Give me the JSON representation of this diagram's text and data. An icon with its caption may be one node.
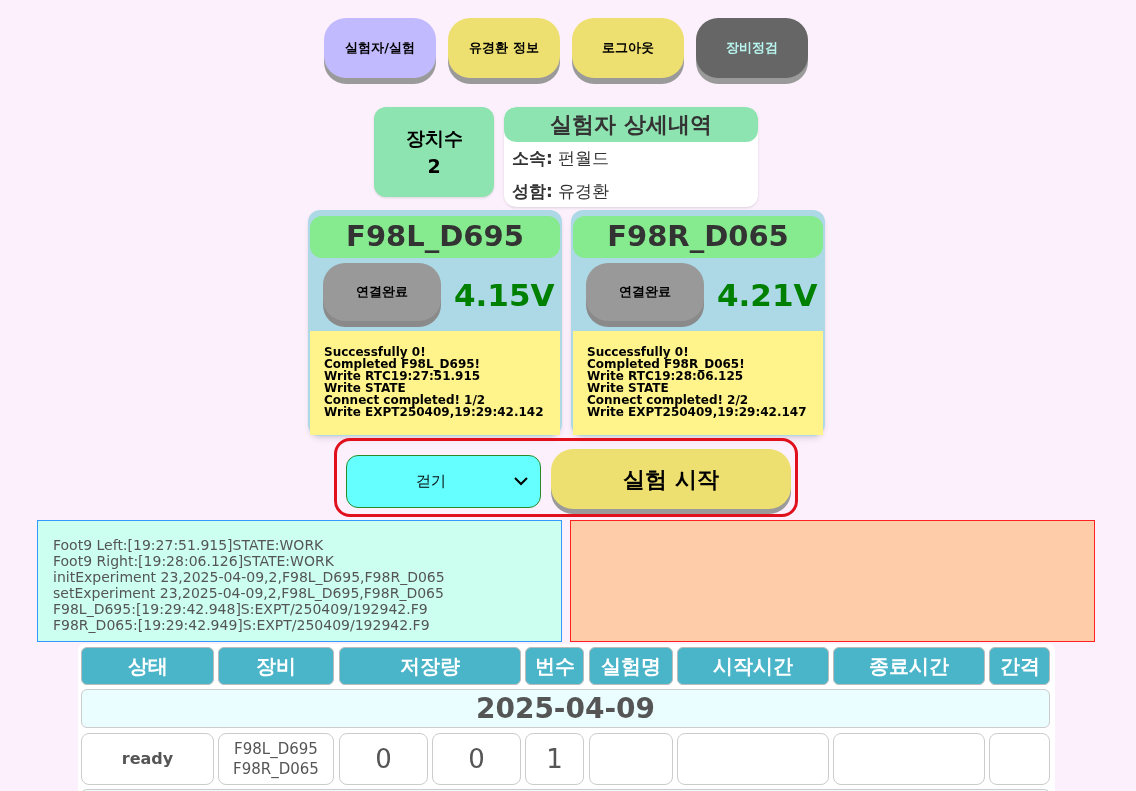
{
  "diagram": {
    "nodes": [
      {
        "text": [
          "실험자/실험"
        ]
      },
      {
        "text": [
          "유경환 정보"
        ]
      },
      {
        "text": [
          "로그아웃"
        ]
      },
      {
        "text": [
          "장비정검"
        ]
      },
      {
        "text": [
          "장치수",
          "2"
        ]
      },
      {
        "text": [
          "실험자 상세내역",
          "**소속:** 펀월드",
          "**성함:** 유경환"
        ]
      },
      {
        "text": [
          "F98L_D695",
          "4.15V"
        ]
      },
      {
        "text": [
          "연결완료"
        ],
        "in": 6
      },
      {
        "text": [
          "Successfully 0!",
          "Completed F98L_D695!",
          "Write RTC19:27:51.915",
          "Write STATE",
          "Connect completed! 1/2",
          "Write EXPT250409,19:29:42.142"
        ],
        "in": 6
      },
      {
        "text": [
          "F98R_D065",
          "4.21V"
        ]
      },
      {
        "text": [
          "연결완료"
        ],
        "in": 9
      },
      {
        "text": [
          "Successfully 0!",
          "Completed F98R_D065!",
          "Write RTC19:28:06.125",
          "Write STATE",
          "Connect completed! 2/2",
          "Write EXPT250409,19:29:42.147"
        ],
        "in": 9
      },
      {
        "text": [],
        "shape": "box"
      },
      {
        "text": [
          "걷기"
        ],
        "in": 12
      },
      {
        "text": [
          "실험 시작"
        ],
        "in": 12
      },
      {
        "text": [
          "Foot9 Left:[19:27:51.915]STATE:WORK",
          "Foot9 Right:[19:28:06.126]STATE:WORK",
          "initExperiment 23,2025-04-09,2,F98L_D695,F98R_D065",
          "setExperiment 23,2025-04-09,2,F98L_D695,F98R_D065",
          "F98L_D695:[19:29:42.948]S:EXPT/250409/192942.F9",
          "F98R_D065:[19:29:42.949]S:EXPT/250409/192942.F9"
        ]
      },
      {
        "text": [],
        "shape": "box"
      }
    ],
    "labels": [
      "상태",
      "장비",
      "저장량",
      "번수",
      "실험명",
      "시작시간",
      "종료시간",
      "간격",
      "2025-04-09",
      "ready",
      "F98L_D695 F98R_D065",
      "0",
      "0",
      "1"
    ]
  }
}
